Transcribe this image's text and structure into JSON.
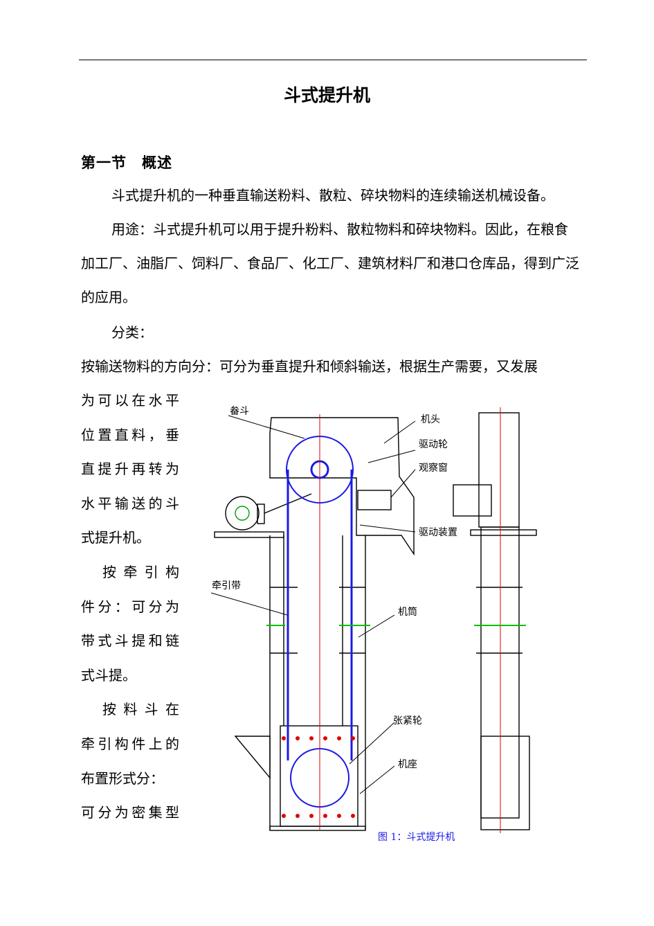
{
  "document": {
    "title": "斗式提升机",
    "section_heading": "第一节　概述",
    "paragraphs": [
      "斗式提升机的一种垂直输送粉料、散粒、碎块物料的连续输送机械设备。",
      "用途：斗式提升机可以用于提升粉料、散粒物料和碎块物料。因此，在粮食加工厂、油脂厂、饲料厂、食品厂、化工厂、建筑材料厂和港口仓库品，得到广泛的应用。",
      "分类：",
      "按输送物料的方向分：可分为垂直提升和倾斜输送，根据生产需要，又发展"
    ],
    "wrapped_lines": [
      "为可以在水平",
      "位置直料，垂",
      "直提升再转为",
      "水平输送的斗",
      "式提升机。",
      "按牵引构",
      "件分：可分为",
      "带式斗提和链",
      "式斗提。",
      "按料斗在",
      "牵引构件上的",
      "布置形式分：",
      "可分为密集型"
    ]
  },
  "figure": {
    "caption": "图 1：斗式提升机",
    "labels": {
      "bucket": "畚斗",
      "head": "机头",
      "drive_wheel": "驱动轮",
      "window": "观察窗",
      "drive_unit": "驱动装置",
      "belt": "牵引带",
      "casing": "机筒",
      "tension_wheel": "张紧轮",
      "base": "机座"
    },
    "colors": {
      "outline": "#000000",
      "belt": "#1a1ae6",
      "centerline": "#e00000",
      "flange": "#00c000",
      "tension": "#00a0c0"
    }
  }
}
